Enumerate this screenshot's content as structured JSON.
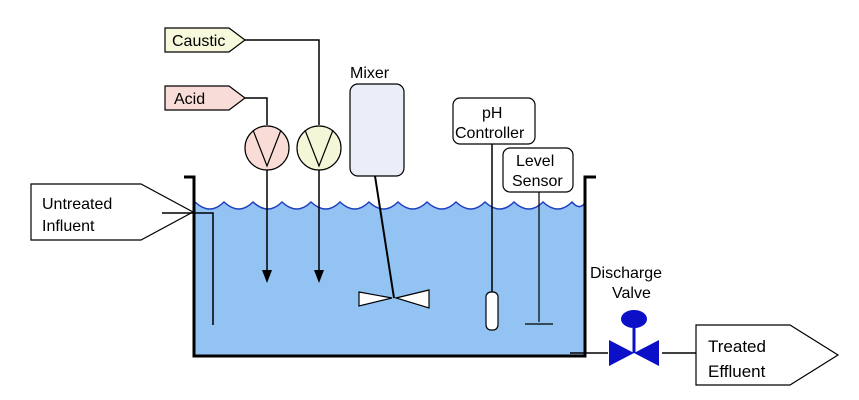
{
  "labels": {
    "caustic": "Caustic",
    "acid": "Acid",
    "mixer": "Mixer",
    "ph_controller_line1": "pH",
    "ph_controller_line2": "Controller",
    "level_sensor_line1": "Level",
    "level_sensor_line2": "Sensor",
    "untreated_line1": "Untreated",
    "untreated_line2": "Influent",
    "discharge_line1": "Discharge",
    "discharge_line2": "Valve",
    "treated_line1": "Treated",
    "treated_line2": "Effluent"
  },
  "colors": {
    "water": "#92c3f3",
    "caustic_tag": "#f7f8dc",
    "acid_tag": "#f7dcd8",
    "acid_pump": "#fadcd6",
    "caustic_pump": "#f5f6d8",
    "mixer_body": "#eaeef8",
    "valve": "#0b0fc8",
    "wave": "#1f3fbf"
  }
}
